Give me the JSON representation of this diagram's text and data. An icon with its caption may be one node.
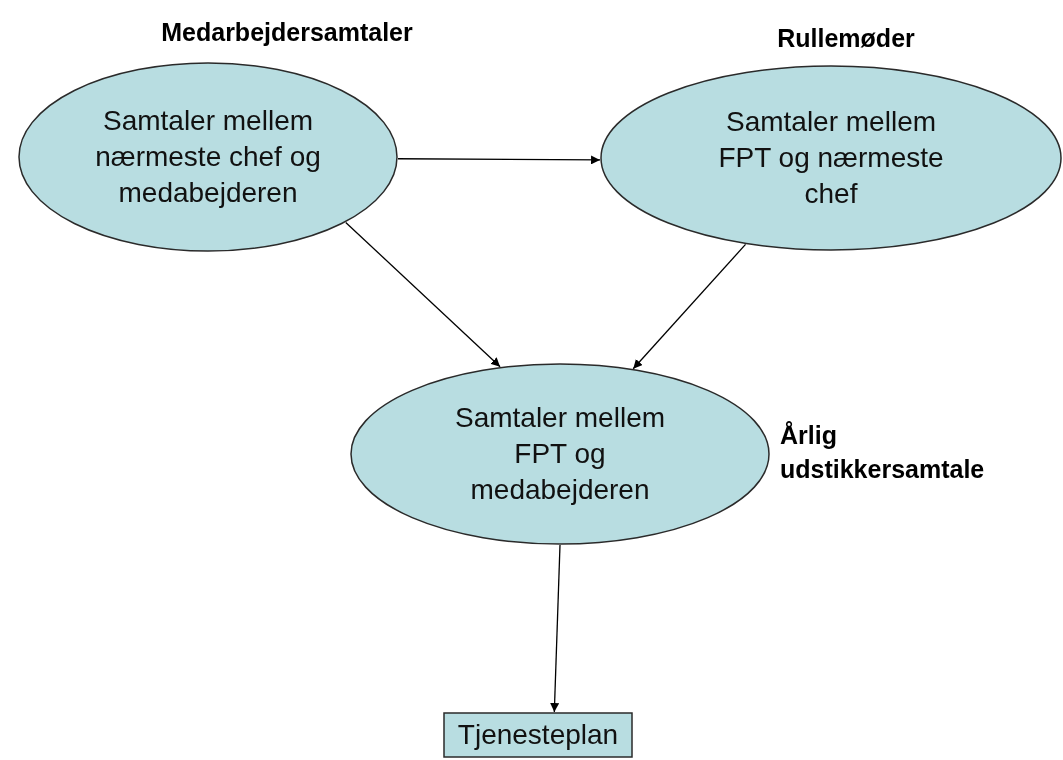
{
  "diagram": {
    "nodes": [
      {
        "text": [
          "Medarbejdersamtaler",
          "Samtaler mellem nærmeste chef og medabejderen"
        ]
      },
      {
        "text": [
          "Rullemøder",
          "Samtaler mellem FPT og nærmeste chef"
        ]
      },
      {
        "text": [
          "Samtaler mellem FPT og medabejderen"
        ],
        "beside": [
          "Årlig udstikkersamtale"
        ]
      },
      {
        "text": [
          "Tjenesteplan"
        ]
      }
    ],
    "edges": [
      {
        "from": 0,
        "to": 1,
        "arrow": "to"
      },
      {
        "from": 0,
        "to": 2,
        "arrow": "to"
      },
      {
        "from": 1,
        "to": 2,
        "arrow": "to"
      },
      {
        "from": 2,
        "to": 3,
        "arrow": "to"
      }
    ]
  }
}
